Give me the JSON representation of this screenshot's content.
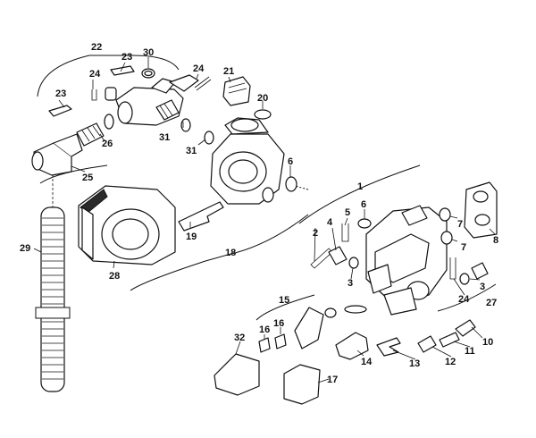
{
  "labels": {
    "l1": "1",
    "l2": "2",
    "l3a": "3",
    "l3b": "3",
    "l4": "4",
    "l5": "5",
    "l6a": "6",
    "l6b": "6",
    "l7a": "7",
    "l7b": "7",
    "l8": "8",
    "l10": "10",
    "l11": "11",
    "l12": "12",
    "l13": "13",
    "l14": "14",
    "l15": "15",
    "l16a": "16",
    "l16b": "16",
    "l17": "17",
    "l18": "18",
    "l19": "19",
    "l20": "20",
    "l21": "21",
    "l22": "22",
    "l23a": "23",
    "l23b": "23",
    "l24a": "24",
    "l24b": "24",
    "l24c": "24",
    "l25": "25",
    "l26": "26",
    "l27": "27",
    "l28": "28",
    "l29": "29",
    "l30": "30",
    "l31a": "31",
    "l31b": "31",
    "l32": "32"
  }
}
